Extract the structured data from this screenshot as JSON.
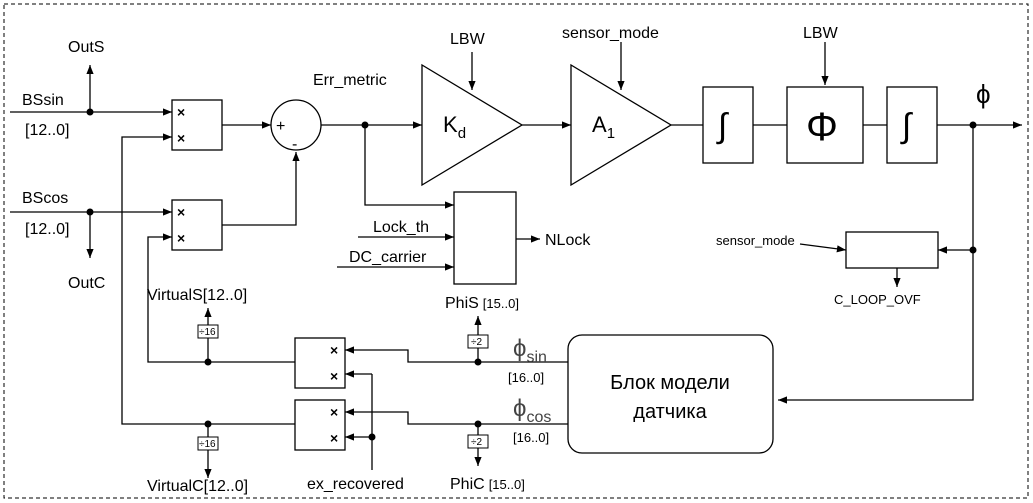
{
  "labels": {
    "outs": "OutS",
    "outc": "OutC",
    "bssin": "BSsin",
    "bscos": "BScos",
    "bits_in_1": "[12..0]",
    "bits_in_2": "[12..0]",
    "err_metric": "Err_metric",
    "lbw_1": "LBW",
    "lbw_2": "LBW",
    "sensor_mode_top": "sensor_mode",
    "sensor_mode_right": "sensor_mode",
    "lock_th": "Lock_th",
    "dc_carrier": "DC_carrier",
    "nlock": "NLock",
    "c_loop_ovf": "C_LOOP_OVF",
    "phi_out": "ϕ",
    "virtuals": "VirtualS[12..0]",
    "virtualc": "VirtualC[12..0]",
    "ex_recovered": "ex_recovered",
    "phis": "PhiS",
    "phis_bits": "[15..0]",
    "phic": "PhiC",
    "phic_bits": "[15..0]",
    "phi_sin": "ϕ",
    "phi_sin_sub": "sin",
    "phi_cos": "ϕ",
    "phi_cos_sub": "cos",
    "phi_sin_bits": "[16..0]",
    "phi_cos_bits": "[16..0]",
    "model_line1": "Блок модели",
    "model_line2": "датчика"
  },
  "blocks": {
    "kd": "K",
    "kd_sub": "d",
    "a1": "A",
    "a1_sub": "1",
    "integrator_1": "∫",
    "integrator_2": "∫",
    "phi_block": "Φ",
    "mult_sign": "×",
    "sum_plus": "+",
    "sum_minus": "-",
    "div16": "÷16",
    "div2": "÷2"
  }
}
